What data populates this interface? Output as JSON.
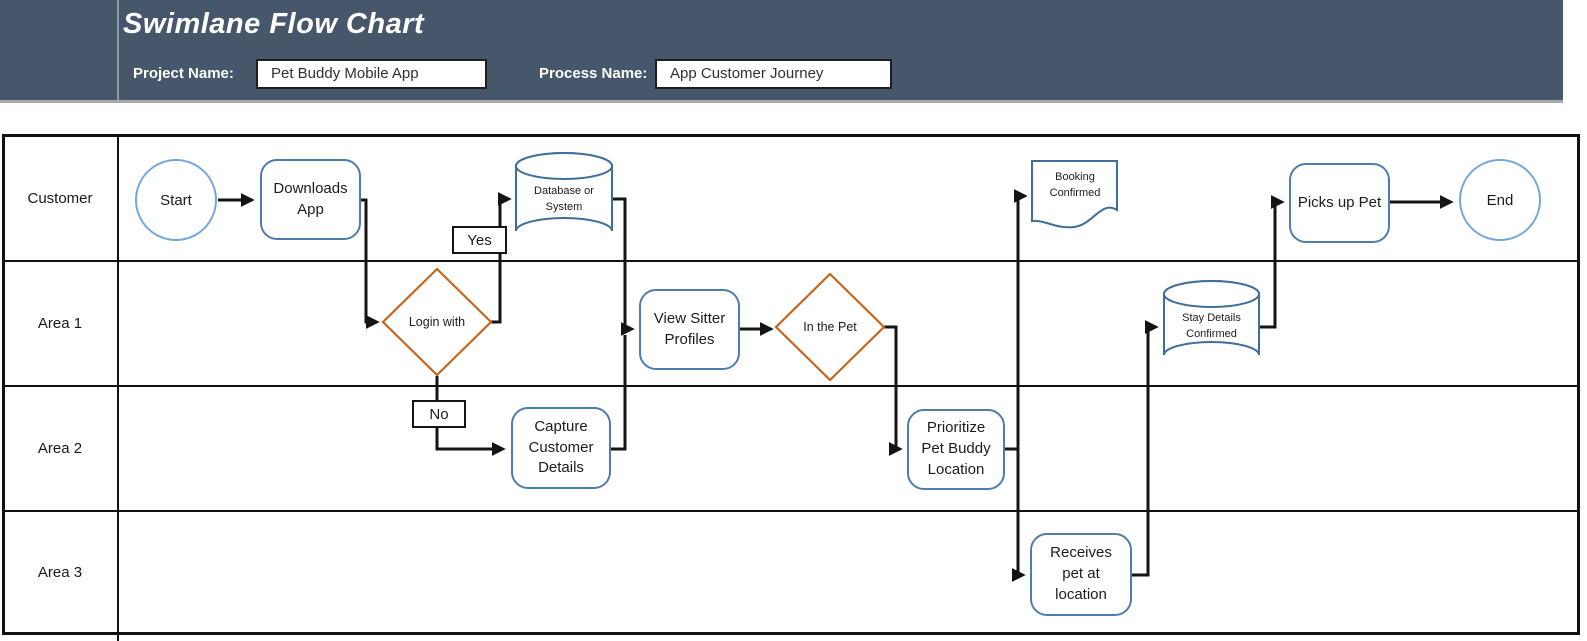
{
  "header": {
    "title": "Swimlane Flow Chart",
    "project_label": "Project Name:",
    "project_value": "Pet Buddy Mobile App",
    "process_label": "Process Name:",
    "process_value": "App Customer Journey"
  },
  "lanes": [
    {
      "label": "Customer"
    },
    {
      "label": "Area 1"
    },
    {
      "label": "Area 2"
    },
    {
      "label": "Area 3"
    }
  ],
  "nodes": {
    "start": {
      "label": "Start",
      "type": "terminator",
      "lane": "Customer"
    },
    "downloads_app": {
      "label": "Downloads App",
      "type": "process",
      "lane": "Customer"
    },
    "login_with": {
      "label": "Login with",
      "type": "decision",
      "lane": "Area 1"
    },
    "yes_branch": {
      "label": "Yes"
    },
    "no_branch": {
      "label": "No"
    },
    "database_system": {
      "label": "Database or System",
      "type": "data-store",
      "lane": "Customer"
    },
    "capture_details": {
      "label": "Capture Customer Details",
      "type": "process",
      "lane": "Area 2"
    },
    "view_sitter": {
      "label": "View Sitter Profiles",
      "type": "process",
      "lane": "Area 1"
    },
    "in_the_pet": {
      "label": "In the Pet",
      "type": "decision",
      "lane": "Area 1"
    },
    "prioritize_location": {
      "label": "Prioritize Pet Buddy Location",
      "type": "process",
      "lane": "Area 2"
    },
    "booking_confirmed": {
      "label": "Booking Confirmed",
      "type": "document",
      "lane": "Customer"
    },
    "receives_pet": {
      "label": "Receives pet at location",
      "type": "process",
      "lane": "Area 3"
    },
    "stay_details": {
      "label": "Stay Details Confirmed",
      "type": "data-store",
      "lane": "Area 1"
    },
    "picks_up_pet": {
      "label": "Picks up Pet",
      "type": "process",
      "lane": "Customer"
    },
    "end": {
      "label": "End",
      "type": "terminator",
      "lane": "Customer"
    }
  },
  "colors": {
    "header_bg": "#46566B",
    "terminator_stroke": "#76a7d9",
    "process_stroke": "#4e7dac",
    "datastore_stroke": "#3f6e99",
    "decision_stroke": "#c8651b",
    "connector": "#141414"
  }
}
